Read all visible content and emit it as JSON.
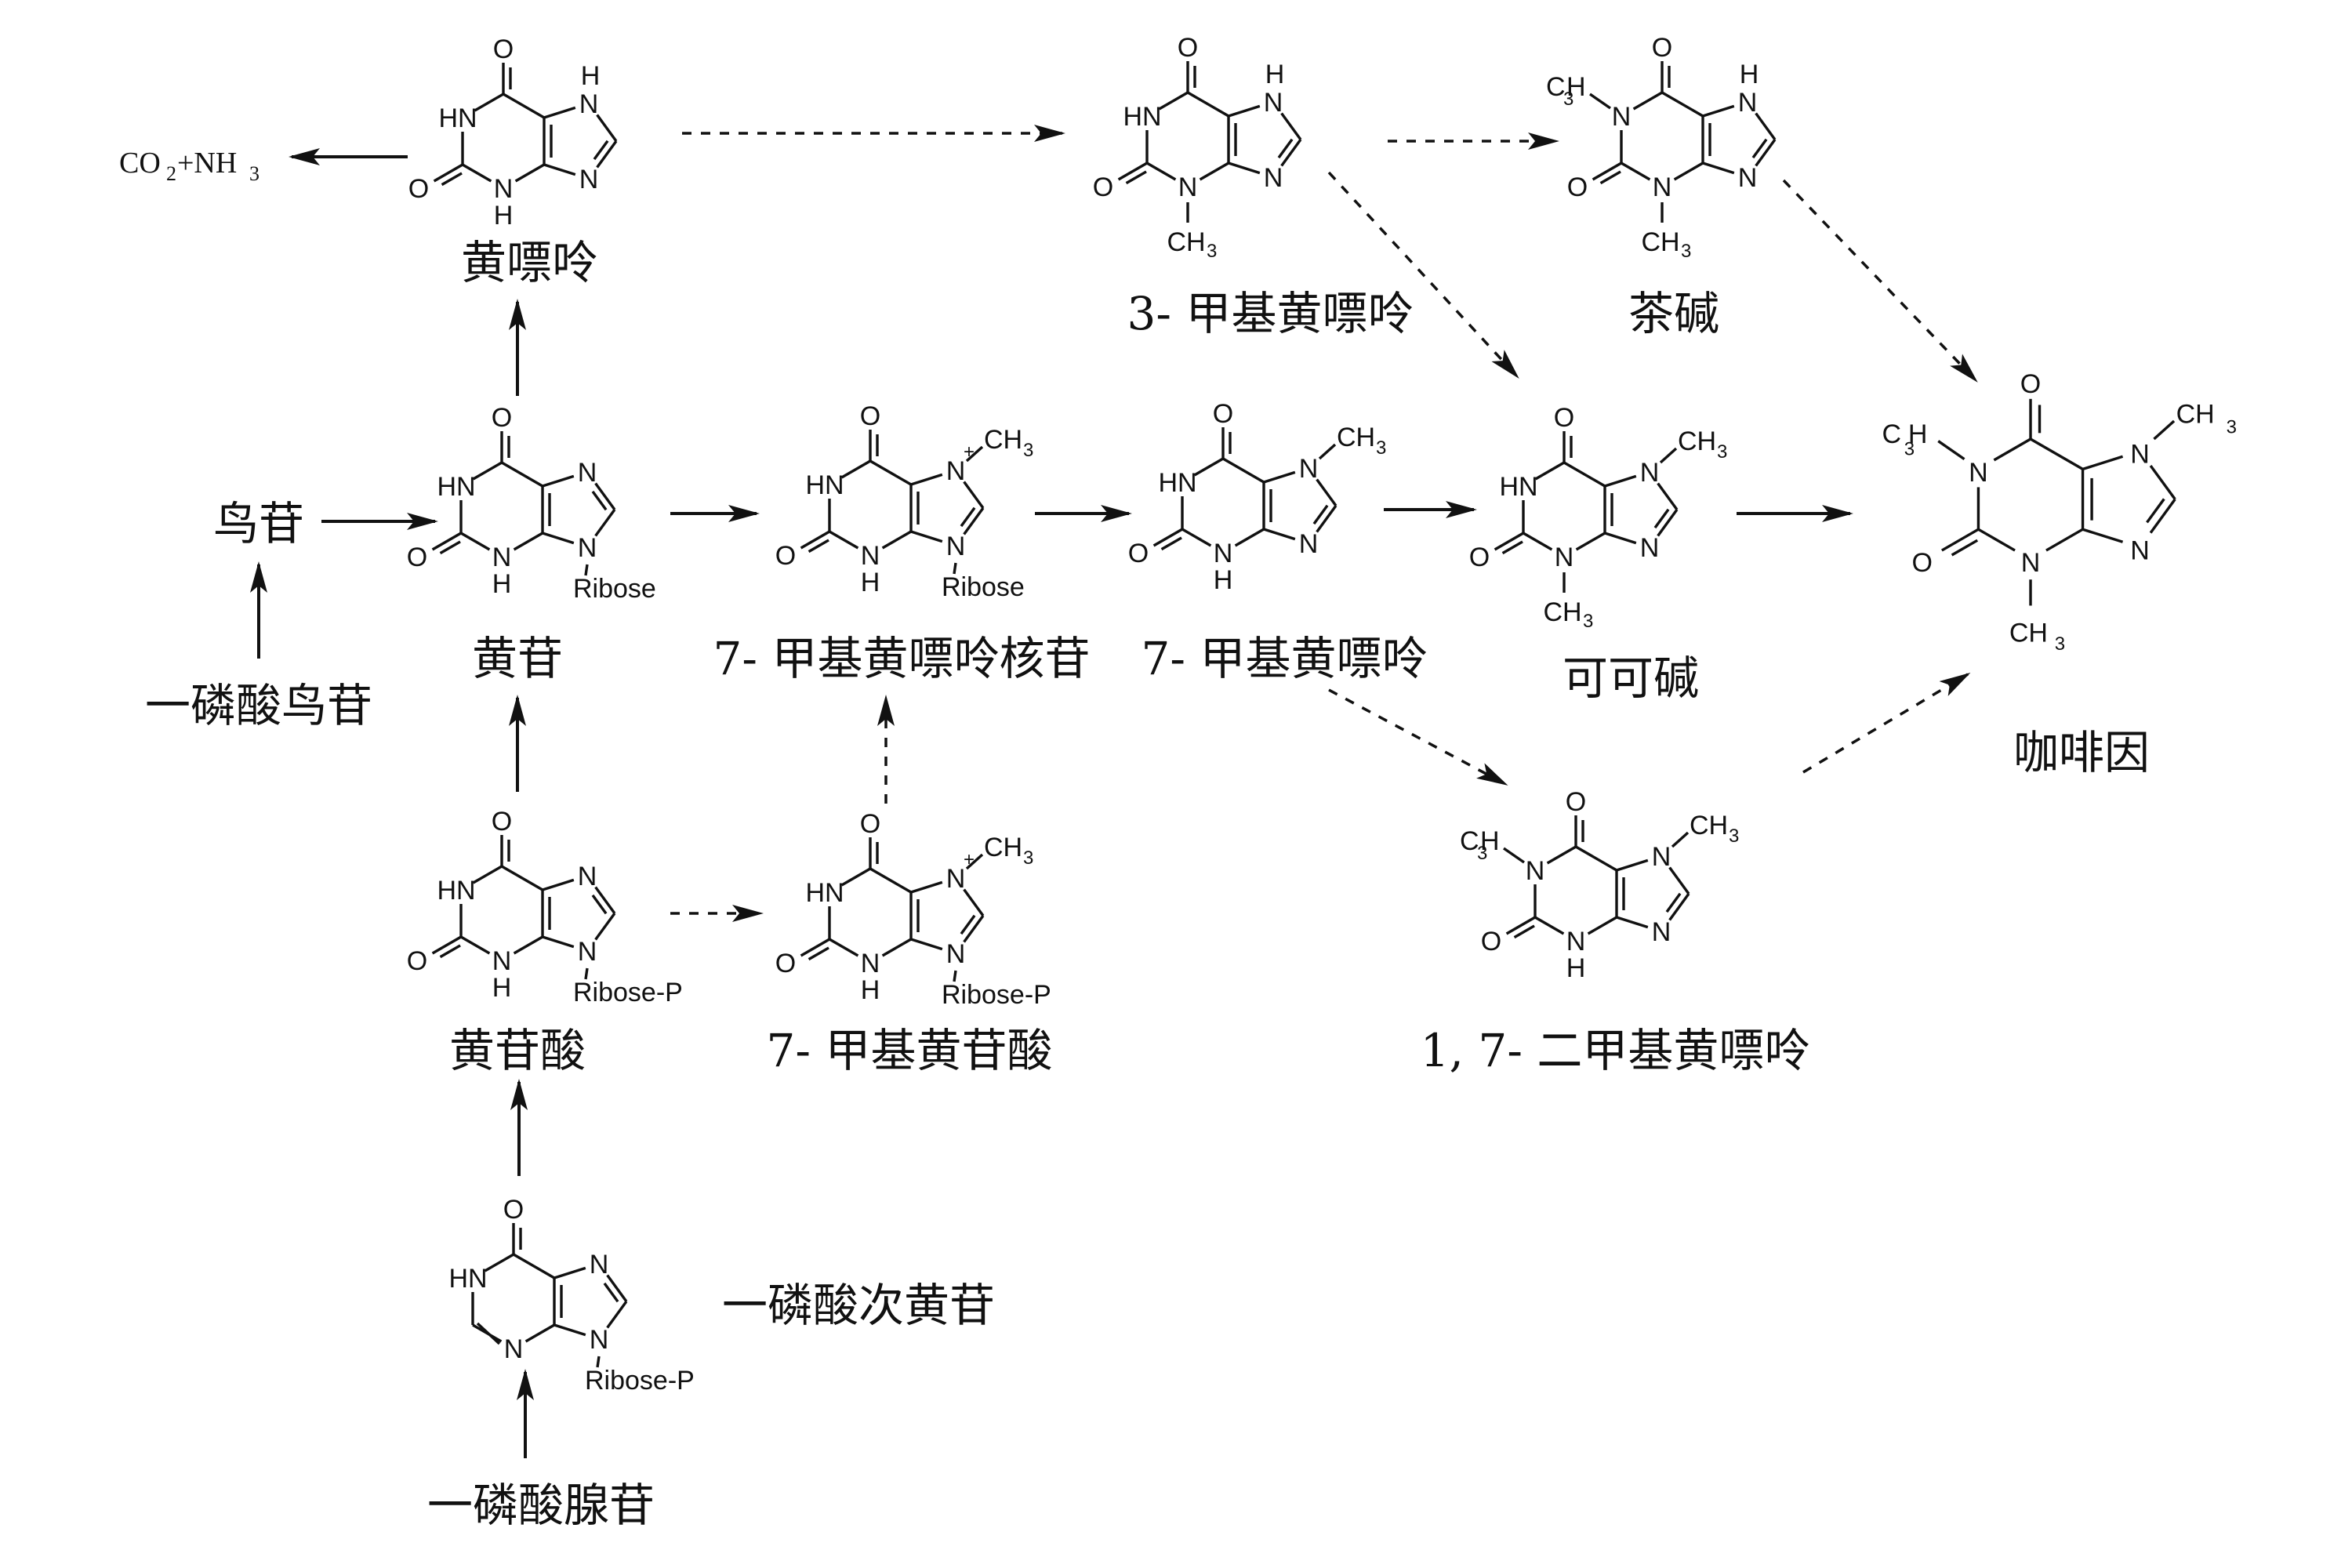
{
  "compounds": {
    "xanthine": "黄嘌呤",
    "methyl3_xanthine": "3- 甲基黄嘌呤",
    "theophylline": "茶碱",
    "guanosine": "鸟苷",
    "gmp": "一磷酸鸟苷",
    "xanthosine": "黄苷",
    "methyl7_xanthosine": "7- 甲基黄嘌呤核苷",
    "methyl7_xanthine": "7- 甲基黄嘌呤",
    "theobromine": "可可碱",
    "caffeine": "咖啡因",
    "xmp": "黄苷酸",
    "methyl7_xmp": "7- 甲基黄苷酸",
    "paraxanthine": "1, 7- 二甲基黄嘌呤",
    "imp": "一磷酸次黄苷",
    "amp": "一磷酸腺苷"
  },
  "products": {
    "co2": "CO",
    "co2_sub": "2",
    "plus_nh": "+NH",
    "nh3_sub": "3"
  },
  "atoms": {
    "O": "O",
    "HN": "HN",
    "N": "N",
    "H": "H",
    "C": "C",
    "CH": "CH",
    "sub3": "3",
    "plus": "+",
    "ribose": "Ribose",
    "ribose_p": "Ribose-P"
  }
}
